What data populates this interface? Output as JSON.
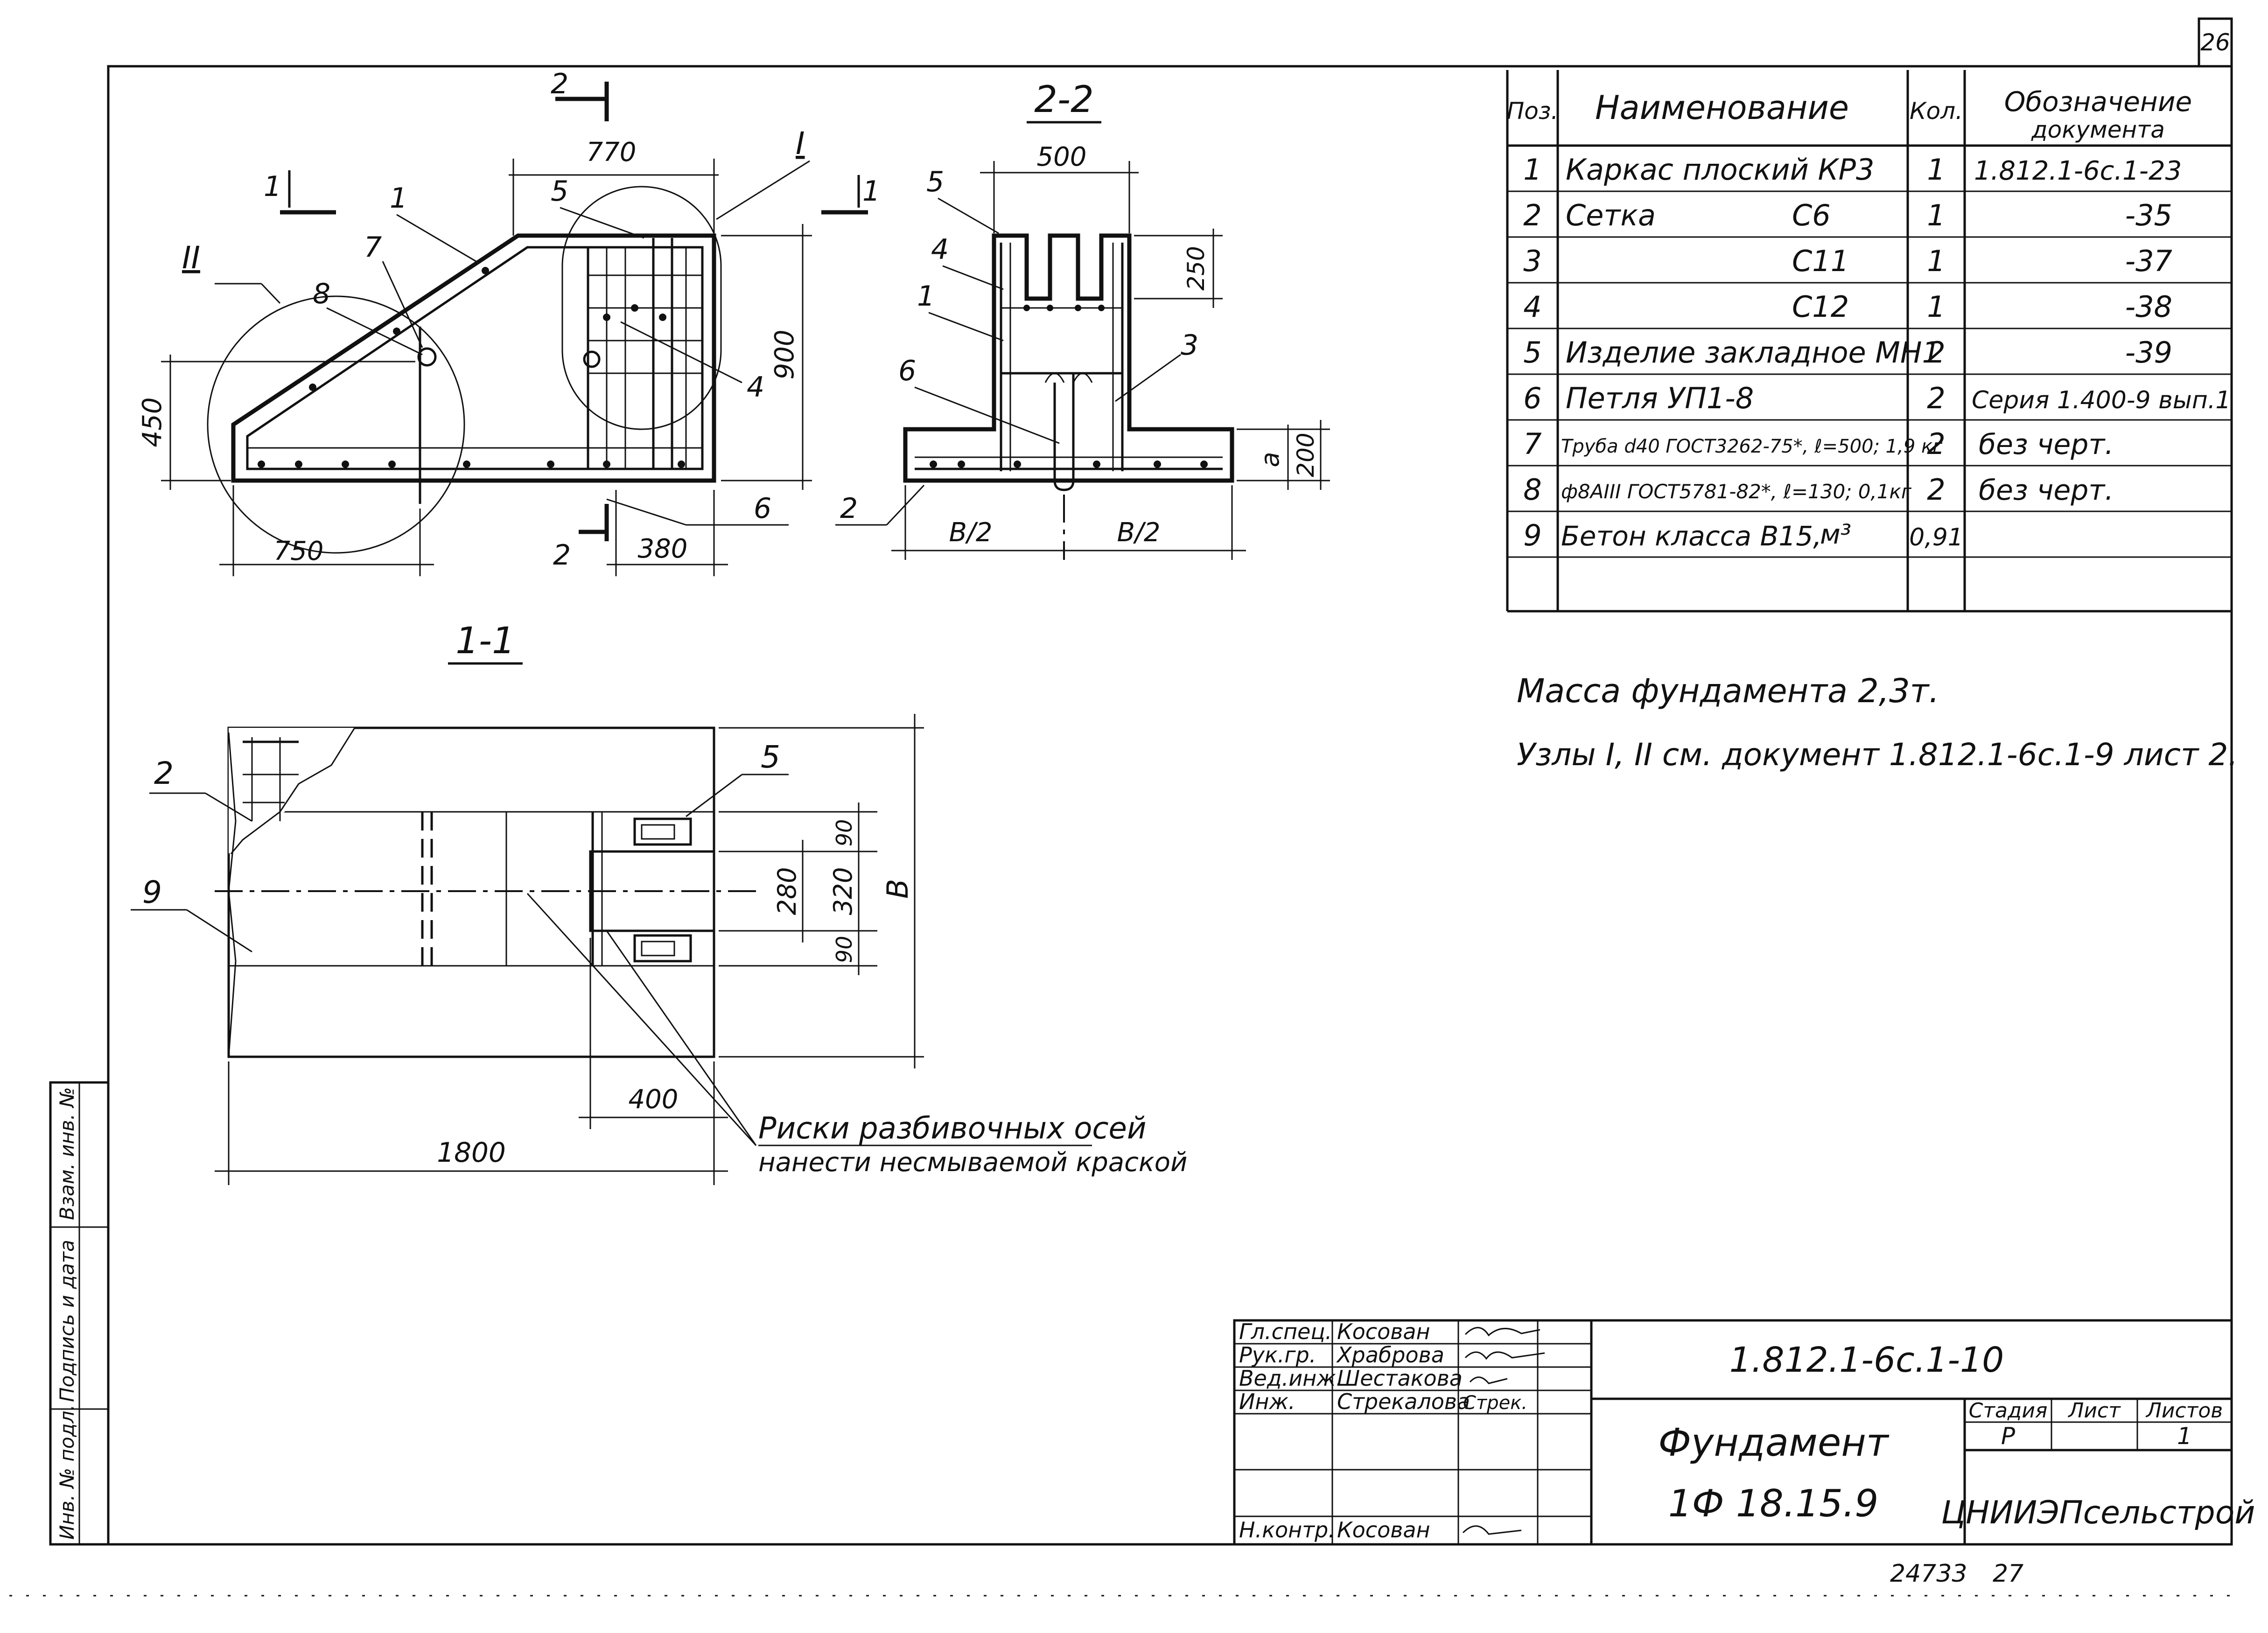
{
  "sheet_number": "26",
  "views": {
    "section_2_2": "2-2",
    "section_1_1": "1-1",
    "cut_marks": {
      "c2_top": "2",
      "c2_bottom": "2",
      "c1_left": "1",
      "c1_right": "1"
    },
    "nodes": {
      "node_I": "I",
      "node_II": "II"
    }
  },
  "elevation": {
    "dims": {
      "top": "770",
      "height": "900",
      "left_h": "450",
      "bottom_left": "750",
      "bottom_right": "380"
    },
    "callouts": [
      "1",
      "5",
      "7",
      "8",
      "4",
      "6"
    ]
  },
  "section22": {
    "dims": {
      "top": "500",
      "h250": "250",
      "h200": "200",
      "a": "a",
      "half_left": "B/2",
      "half_right": "B/2"
    },
    "callouts": [
      "5",
      "4",
      "1",
      "6",
      "3",
      "2"
    ]
  },
  "plan11": {
    "dims": {
      "d90a": "90",
      "d280": "280",
      "d320": "320",
      "d90b": "90",
      "B": "B",
      "d400": "400",
      "d1800": "1800"
    },
    "callouts": [
      "2",
      "9",
      "5"
    ],
    "note_line1": "Риски разбивочных осей",
    "note_line2": "нанести несмываемой краской"
  },
  "bom": {
    "headers": {
      "pos": "Поз.",
      "name": "Наименование",
      "qty": "Кол.",
      "doc1": "Обозначение",
      "doc2": "документа"
    },
    "rows": [
      {
        "pos": "1",
        "name": "Каркас плоский КР3",
        "mark": "",
        "qty": "1",
        "doc": "1.812.1-6с.1-23"
      },
      {
        "pos": "2",
        "name": "Сетка",
        "mark": "С6",
        "qty": "1",
        "doc": "-35"
      },
      {
        "pos": "3",
        "name": "",
        "mark": "С11",
        "qty": "1",
        "doc": "-37"
      },
      {
        "pos": "4",
        "name": "",
        "mark": "С12",
        "qty": "1",
        "doc": "-38"
      },
      {
        "pos": "5",
        "name": "Изделие закладное МН1",
        "mark": "",
        "qty": "2",
        "doc": "-39"
      },
      {
        "pos": "6",
        "name": "Петля УП1-8",
        "mark": "",
        "qty": "2",
        "doc": "Серия 1.400-9 вып.1"
      },
      {
        "pos": "7",
        "name": "Труба d40 ГОСТ3262-75*, ℓ=500; 1,9 кг",
        "mark": "",
        "qty": "2",
        "doc": "без черт."
      },
      {
        "pos": "8",
        "name": "ф8АIII ГОСТ5781-82*, ℓ=130; 0,1кг",
        "mark": "",
        "qty": "2",
        "doc": "без черт."
      },
      {
        "pos": "9",
        "name": "Бетон класса В15,",
        "mark": "м³",
        "qty": "0,91",
        "doc": ""
      }
    ]
  },
  "notes": {
    "mass": "Масса фундамента 2,3т.",
    "nodes": "Узлы I, II см. документ 1.812.1-6с.1-9 лист 2."
  },
  "side_stamp": [
    "Инв. № подл.",
    "Подпись и дата",
    "Взам. инв. №"
  ],
  "title_block": {
    "code": "1.812.1-6с.1-10",
    "name1": "Фундамент",
    "name2": "1Ф 18.15.9",
    "stage_h": "Стадия",
    "sheet_h": "Лист",
    "sheets_h": "Листов",
    "stage": "Р",
    "sheets": "1",
    "org": "ЦНИИЭПсельстрой",
    "people": [
      {
        "role": "Гл.спец.",
        "name": "Косован",
        "sign": ""
      },
      {
        "role": "Рук.гр.",
        "name": "Храброва",
        "sign": ""
      },
      {
        "role": "Вед.инж.",
        "name": "Шестакова",
        "sign": ""
      },
      {
        "role": "Инж.",
        "name": "Стрекалова",
        "sign": "Стрек."
      },
      {
        "role": "",
        "name": "",
        "sign": ""
      },
      {
        "role": "",
        "name": "",
        "sign": ""
      },
      {
        "role": "Н.контр.",
        "name": "Косован",
        "sign": ""
      }
    ]
  },
  "archive": {
    "number": "24733",
    "page": "27"
  }
}
